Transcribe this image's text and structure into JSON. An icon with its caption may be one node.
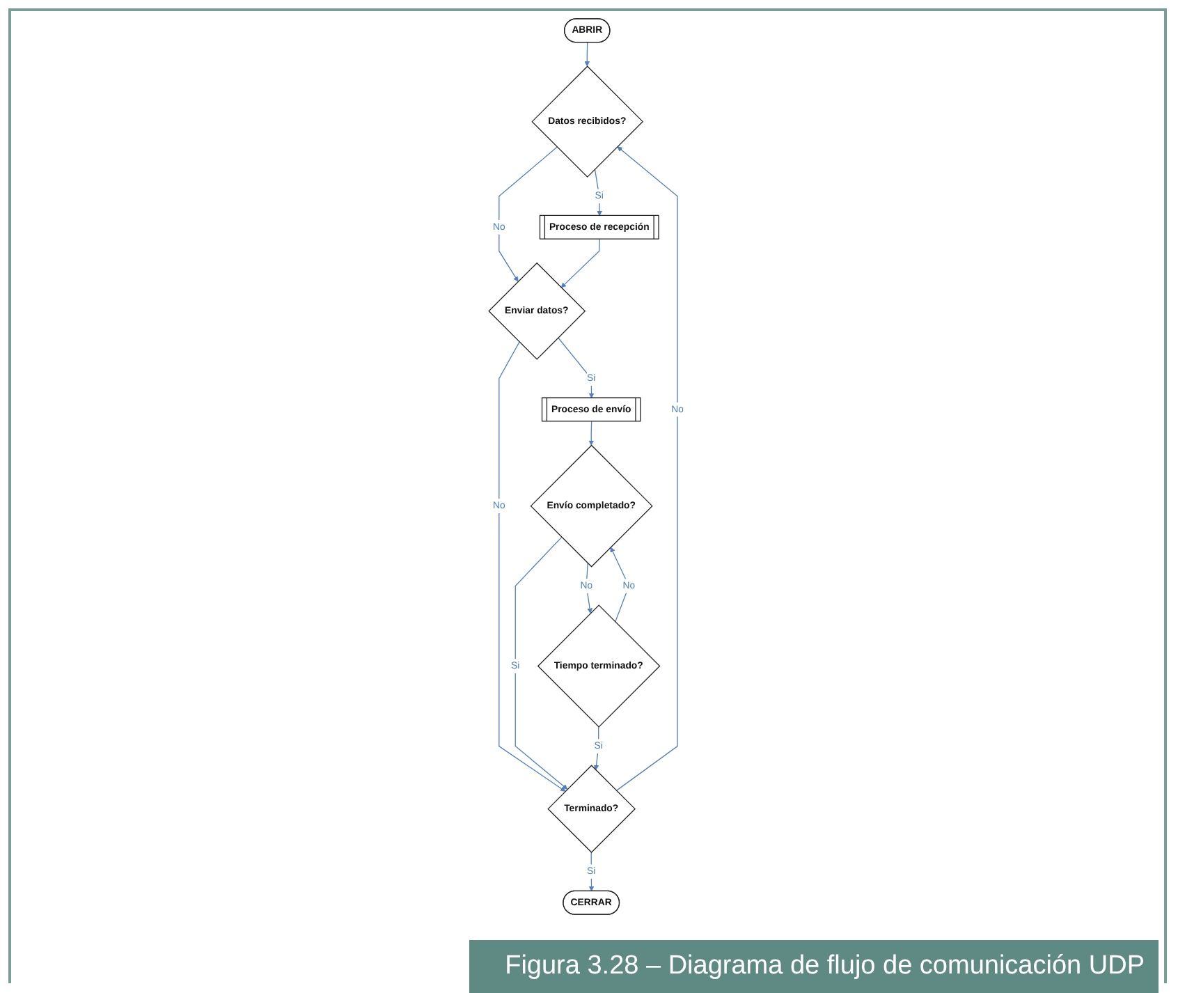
{
  "diagram": {
    "caption": "Figura 3.28 – Diagrama de flujo de comunicación UDP",
    "nodes": [
      {
        "text": [
          "ABRIR"
        ]
      },
      {
        "text": [
          "Datos recibidos?"
        ]
      },
      {
        "text": [
          "Proceso de recepción"
        ]
      },
      {
        "text": [
          "Enviar datos?"
        ]
      },
      {
        "text": [
          "Proceso de envío"
        ]
      },
      {
        "text": [
          "Terminado?"
        ]
      },
      {
        "text": [
          "CERRAR"
        ]
      },
      {
        "text": [
          "Envío completado?"
        ]
      },
      {
        "text": [
          "Tiempo terminado?"
        ]
      }
    ],
    "edges": [
      {
        "from": 0,
        "to": 1,
        "arrow": "to"
      },
      {
        "from": 1,
        "to": 2,
        "arrow": "to",
        "label": "Si"
      },
      {
        "from": 1,
        "to": 3,
        "arrow": "to",
        "label": "No"
      },
      {
        "from": 2,
        "to": 3,
        "arrow": "to"
      },
      {
        "from": 3,
        "to": 4,
        "arrow": "to",
        "label": "Si"
      },
      {
        "from": 3,
        "to": 5,
        "arrow": "to",
        "label": "No"
      },
      {
        "from": 5,
        "to": 1,
        "arrow": "to",
        "label": "No"
      },
      {
        "from": 5,
        "to": 6,
        "arrow": "to",
        "label": "Si"
      },
      {
        "from": 4,
        "to": 7,
        "arrow": "to"
      },
      {
        "from": 7,
        "to": 5,
        "arrow": "to",
        "label": "Si"
      },
      {
        "from": 7,
        "to": 8,
        "arrow": "to",
        "label": "No"
      },
      {
        "from": 8,
        "to": 7,
        "arrow": "to",
        "label": "No"
      },
      {
        "from": 8,
        "to": 5,
        "arrow": "to",
        "label": "Si"
      }
    ]
  }
}
